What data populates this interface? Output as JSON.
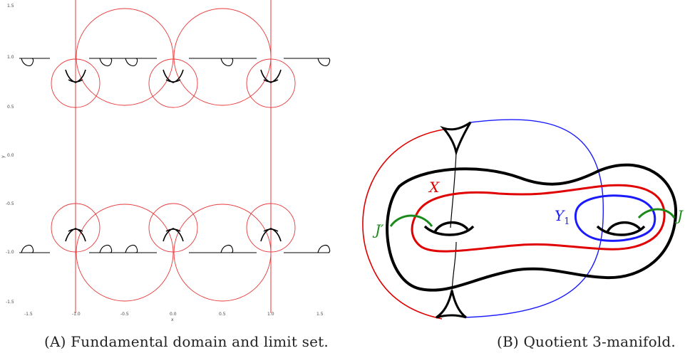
{
  "panel_a": {
    "caption": "(A) Fundamental domain and limit set.",
    "x_axis_label": "x",
    "y_axis_label": "y",
    "x_ticks": [
      "-1.5",
      "-1.0",
      "-0.5",
      "0.0",
      "0.5",
      "1.0",
      "1.5"
    ],
    "y_ticks": [
      "1.5",
      "1.0",
      "0.5",
      "0.0",
      "-0.5",
      "-1.0",
      "-1.5"
    ],
    "circle_color": "#e8383a",
    "limit_set_color": "#000000"
  },
  "panel_b": {
    "caption": "(B) Quotient 3-manifold.",
    "labels": {
      "X": "X",
      "Y1_base": "Y",
      "Y1_sub": "1",
      "J": "J",
      "J_prime": "J′"
    },
    "colors": {
      "surface": "#000000",
      "X": "#e00000",
      "Y1": "#1a1aff",
      "J": "#1a8a1a"
    }
  }
}
